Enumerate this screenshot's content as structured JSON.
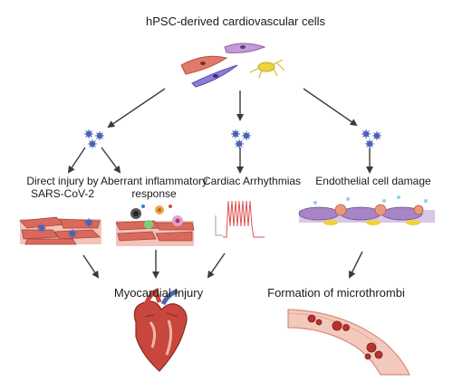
{
  "title": "hPSC-derived cardiovascular cells",
  "branches": {
    "direct_injury": {
      "line1": "Direct injury by",
      "line2": "SARS-CoV-2"
    },
    "inflammatory": {
      "line1": "Aberrant inflammatory",
      "line2": "response"
    },
    "arrhythmias": {
      "label": "Cardiac Arrhythmias"
    },
    "endothelial": {
      "label": "Endothelial cell damage"
    }
  },
  "outcomes": {
    "myocardial": "Myocardial Injury",
    "microthrombi": "Formation of microthrombi"
  },
  "colors": {
    "arrow": "#3a3a3a",
    "virus": "#4a62b8",
    "cardiomyocyte": "#d9695c",
    "endothelial": "#a784c6",
    "neuron_like": "#f0d23a",
    "vessel": "#e8b4a6",
    "thrombus": "#b8322d",
    "trace": "#e05050"
  },
  "icons": [
    "cell-cluster-icon",
    "virus-icon",
    "cardiomyocyte-tissue-icon",
    "immune-cell-icon",
    "action-potential-icon",
    "endothelium-icon",
    "heart-icon",
    "blood-vessel-icon"
  ]
}
